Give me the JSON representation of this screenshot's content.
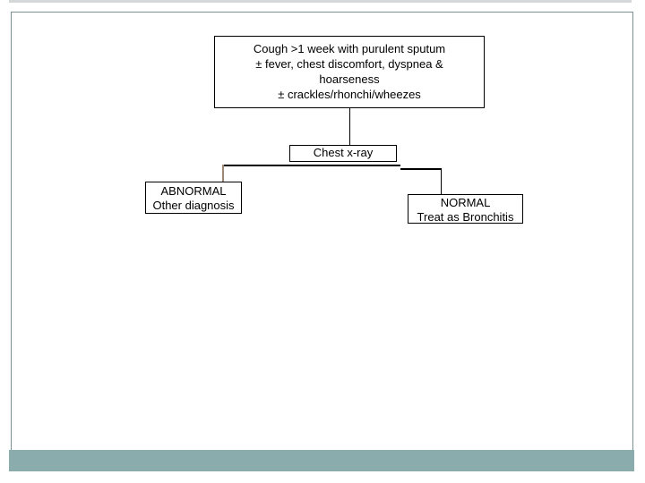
{
  "flowchart": {
    "symptoms_box": {
      "lines": [
        "Cough >1 week with purulent sputum",
        "± fever, chest discomfort, dyspnea &",
        "hoarseness",
        "± crackles/rhonchi/wheezes"
      ]
    },
    "xray_box": {
      "label": "Chest x-ray"
    },
    "abnormal_box": {
      "lines": [
        "ABNORMAL",
        "Other diagnosis"
      ]
    },
    "normal_box": {
      "lines": [
        "NORMAL",
        "Treat as Bronchitis"
      ]
    }
  },
  "colors": {
    "frame_border": "#7b9295",
    "accent_bar": "#8bacad",
    "top_strip": "#d4d7d7",
    "box_border": "#000000",
    "connector_black": "#000000",
    "connector_taupe": "#9d8876",
    "text": "#000000"
  }
}
